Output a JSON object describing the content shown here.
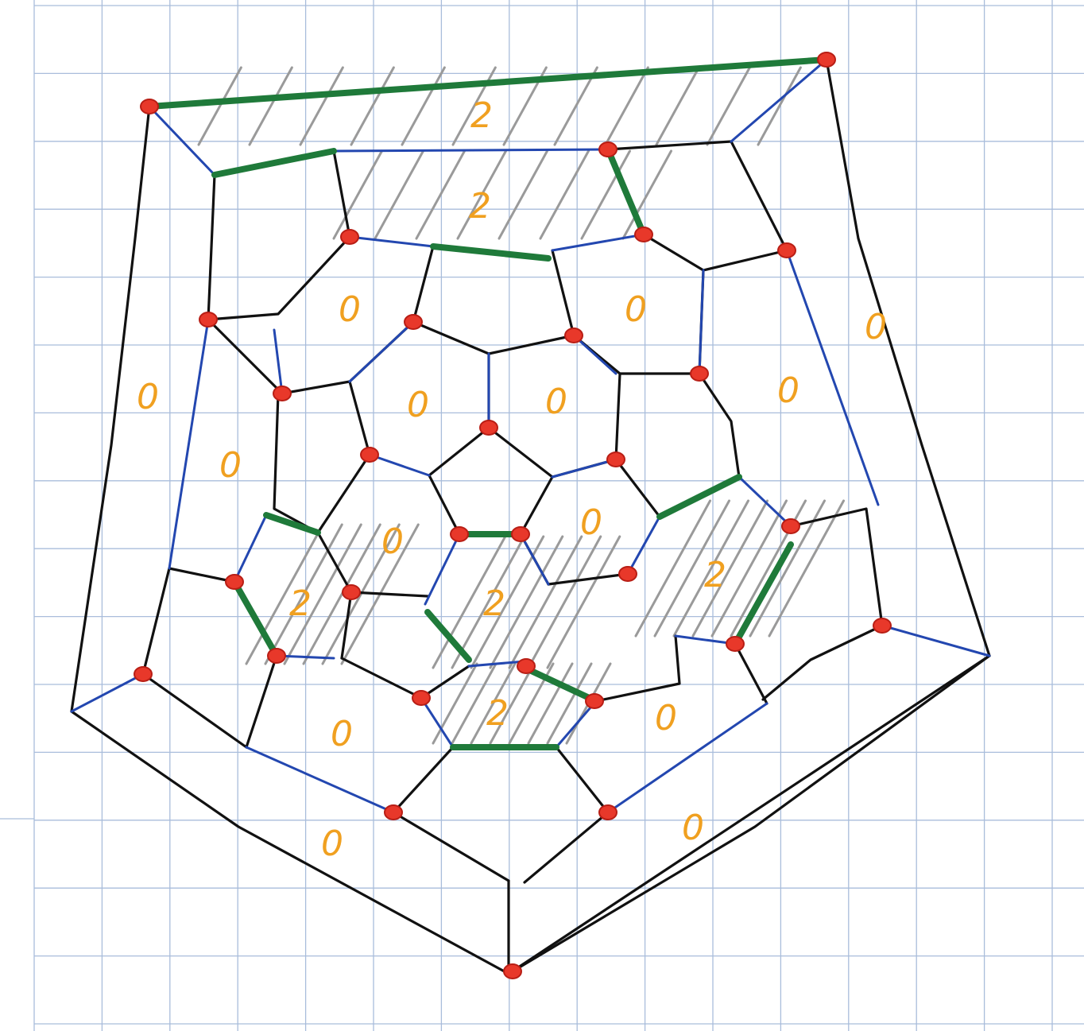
{
  "face_labels": [
    {
      "id": "top-outer",
      "text": "2"
    },
    {
      "id": "top-inner",
      "text": "2"
    },
    {
      "id": "left-upper",
      "text": "0"
    },
    {
      "id": "right-upper",
      "text": "0"
    },
    {
      "id": "right-outer",
      "text": "0"
    },
    {
      "id": "left-outer",
      "text": "0"
    },
    {
      "id": "left-mid",
      "text": "0"
    },
    {
      "id": "center-left",
      "text": "0"
    },
    {
      "id": "center-right",
      "text": "0"
    },
    {
      "id": "right-mid",
      "text": "0"
    },
    {
      "id": "mid-right",
      "text": "0"
    },
    {
      "id": "mid-left",
      "text": "0"
    },
    {
      "id": "hatched-left",
      "text": "2"
    },
    {
      "id": "hatched-center",
      "text": "2"
    },
    {
      "id": "hatched-right",
      "text": "2"
    },
    {
      "id": "hatched-bottom",
      "text": "2"
    },
    {
      "id": "lower-left",
      "text": "0"
    },
    {
      "id": "lower-right",
      "text": "0"
    },
    {
      "id": "bottom-left",
      "text": "0"
    },
    {
      "id": "bottom-right",
      "text": "0"
    }
  ],
  "colors": {
    "grid": "#a9bddb",
    "edge_black": "#111111",
    "edge_blue": "#2347b0",
    "edge_green": "#1f7a3a",
    "vertex_red": "#e8382a",
    "hatch_gray": "#9a9a9a",
    "label_orange": "#f0a020"
  }
}
